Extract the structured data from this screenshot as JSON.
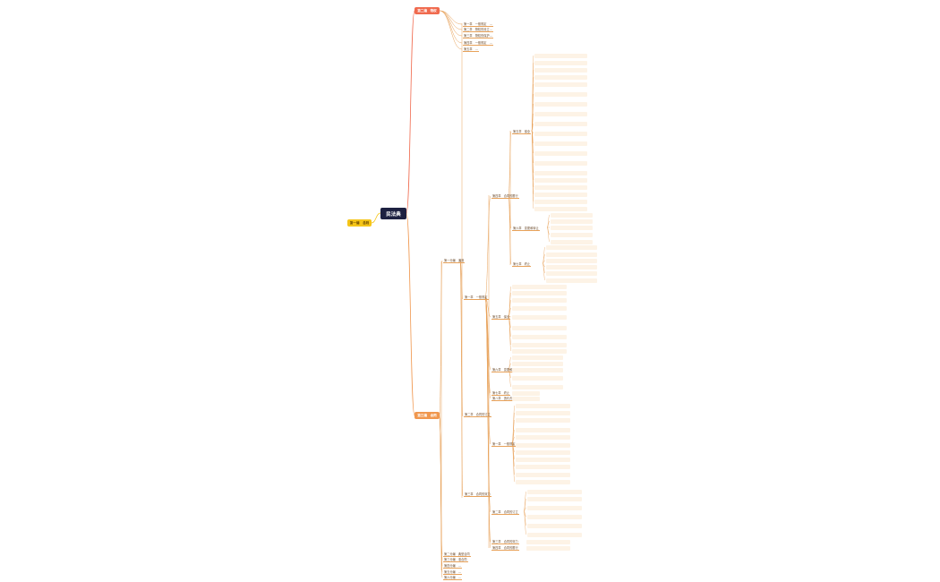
{
  "root": {
    "label": "民法典"
  },
  "branches": {
    "left": {
      "label": "第一编　总则"
    },
    "top": {
      "label": "第二编　物权"
    },
    "bottom": {
      "label": "第三编　合同"
    }
  },
  "colors": {
    "root": "#1d2141",
    "top": "#f06a4e",
    "bottom": "#f0974e",
    "left": "#f5c518",
    "line": "#e8a25a"
  },
  "top_children": [
    "第一章　一般规定　…",
    "第二章　物权的设立…",
    "第三章　物权的保护…",
    "第四章　一般规定　…",
    "第五章　…"
  ],
  "bottom_children": [
    "第一分编　通则",
    "第二分编　典型合同",
    "第三分编　准合同",
    "第四分编　…",
    "第五分编　…",
    "第六分编　…"
  ],
  "section_labels": [
    "第一章　一般规定",
    "第二章　合同的订立",
    "第三章　合同的效力",
    "第四章　合同的履行",
    "第五章　保全",
    "第六章　变更和转让",
    "第七章　终止",
    "第八章　违约责任"
  ]
}
